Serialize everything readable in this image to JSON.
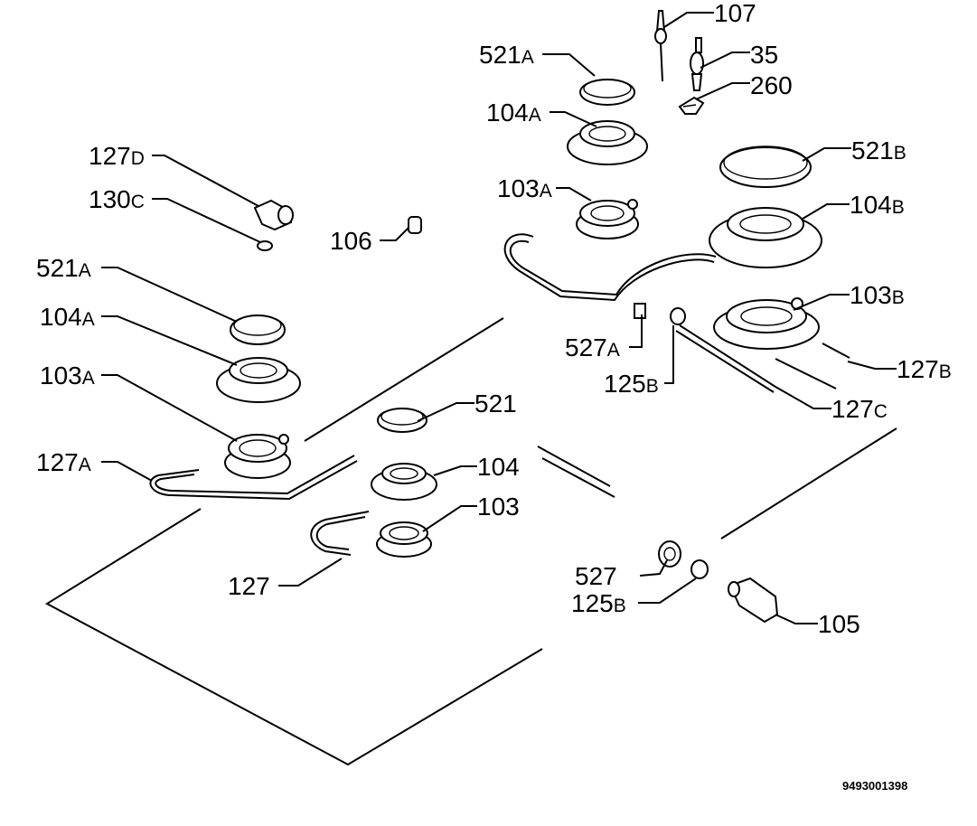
{
  "diagram": {
    "document_number": "9493001398",
    "callouts": [
      {
        "num": "107",
        "suffix": ""
      },
      {
        "num": "521",
        "suffix": "A"
      },
      {
        "num": "35",
        "suffix": ""
      },
      {
        "num": "260",
        "suffix": ""
      },
      {
        "num": "104",
        "suffix": "A"
      },
      {
        "num": "521",
        "suffix": "B"
      },
      {
        "num": "127",
        "suffix": "D"
      },
      {
        "num": "130",
        "suffix": "C"
      },
      {
        "num": "103",
        "suffix": "A"
      },
      {
        "num": "104",
        "suffix": "B"
      },
      {
        "num": "106",
        "suffix": ""
      },
      {
        "num": "521",
        "suffix": "A"
      },
      {
        "num": "104",
        "suffix": "A"
      },
      {
        "num": "103",
        "suffix": "B"
      },
      {
        "num": "527",
        "suffix": "A"
      },
      {
        "num": "103",
        "suffix": "A"
      },
      {
        "num": "125",
        "suffix": "B"
      },
      {
        "num": "127",
        "suffix": "B"
      },
      {
        "num": "127",
        "suffix": "C"
      },
      {
        "num": "521",
        "suffix": ""
      },
      {
        "num": "127",
        "suffix": "A"
      },
      {
        "num": "104",
        "suffix": ""
      },
      {
        "num": "103",
        "suffix": ""
      },
      {
        "num": "527",
        "suffix": ""
      },
      {
        "num": "127",
        "suffix": ""
      },
      {
        "num": "125",
        "suffix": "B"
      },
      {
        "num": "105",
        "suffix": ""
      }
    ]
  }
}
